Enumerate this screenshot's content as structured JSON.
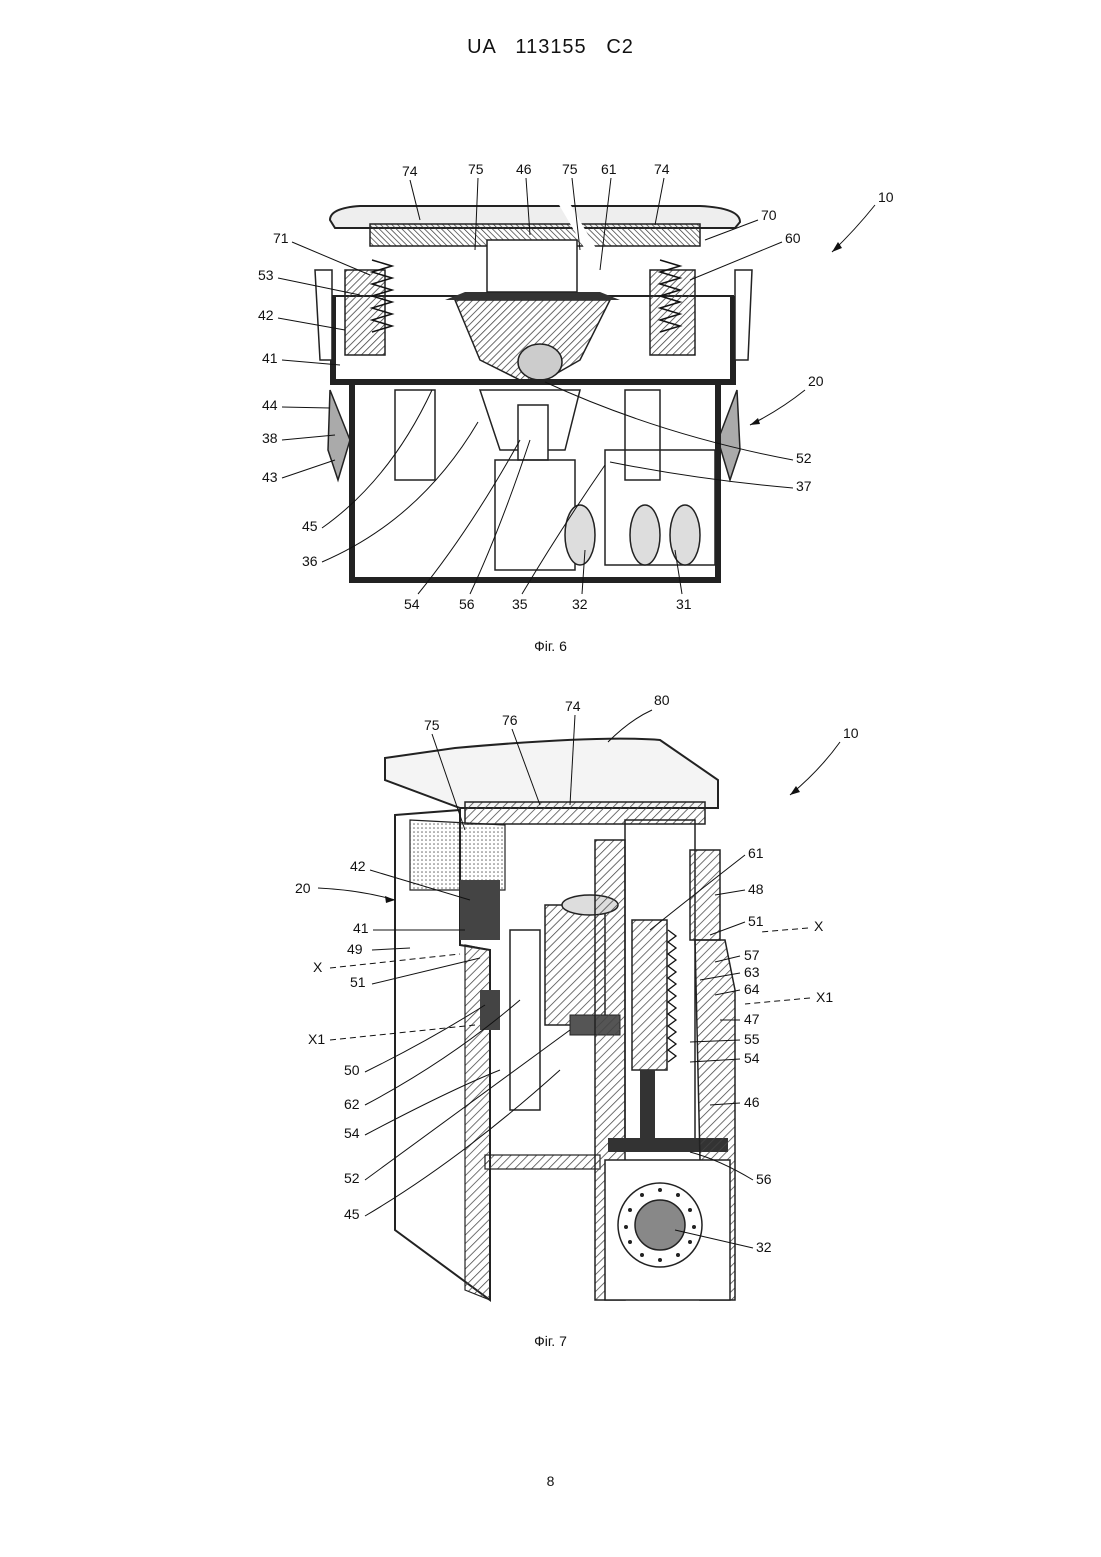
{
  "header": {
    "text": "UA   113155   C2"
  },
  "figures": [
    {
      "caption": "Фіг. 6",
      "labels": [
        "74",
        "75",
        "46",
        "75",
        "61",
        "74",
        "70",
        "10",
        "71",
        "60",
        "53",
        "42",
        "41",
        "20",
        "44",
        "38",
        "43",
        "52",
        "37",
        "45",
        "36",
        "54",
        "56",
        "35",
        "32",
        "31"
      ]
    },
    {
      "caption": "Фіг. 7",
      "labels": [
        "75",
        "76",
        "74",
        "80",
        "10",
        "20",
        "61",
        "42",
        "48",
        "41",
        "51",
        "X",
        "49",
        "57",
        "X",
        "63",
        "51",
        "64",
        "X1",
        "47",
        "X1",
        "55",
        "50",
        "54",
        "62",
        "46",
        "54",
        "52",
        "56",
        "45",
        "32"
      ]
    }
  ],
  "page_number": "8"
}
